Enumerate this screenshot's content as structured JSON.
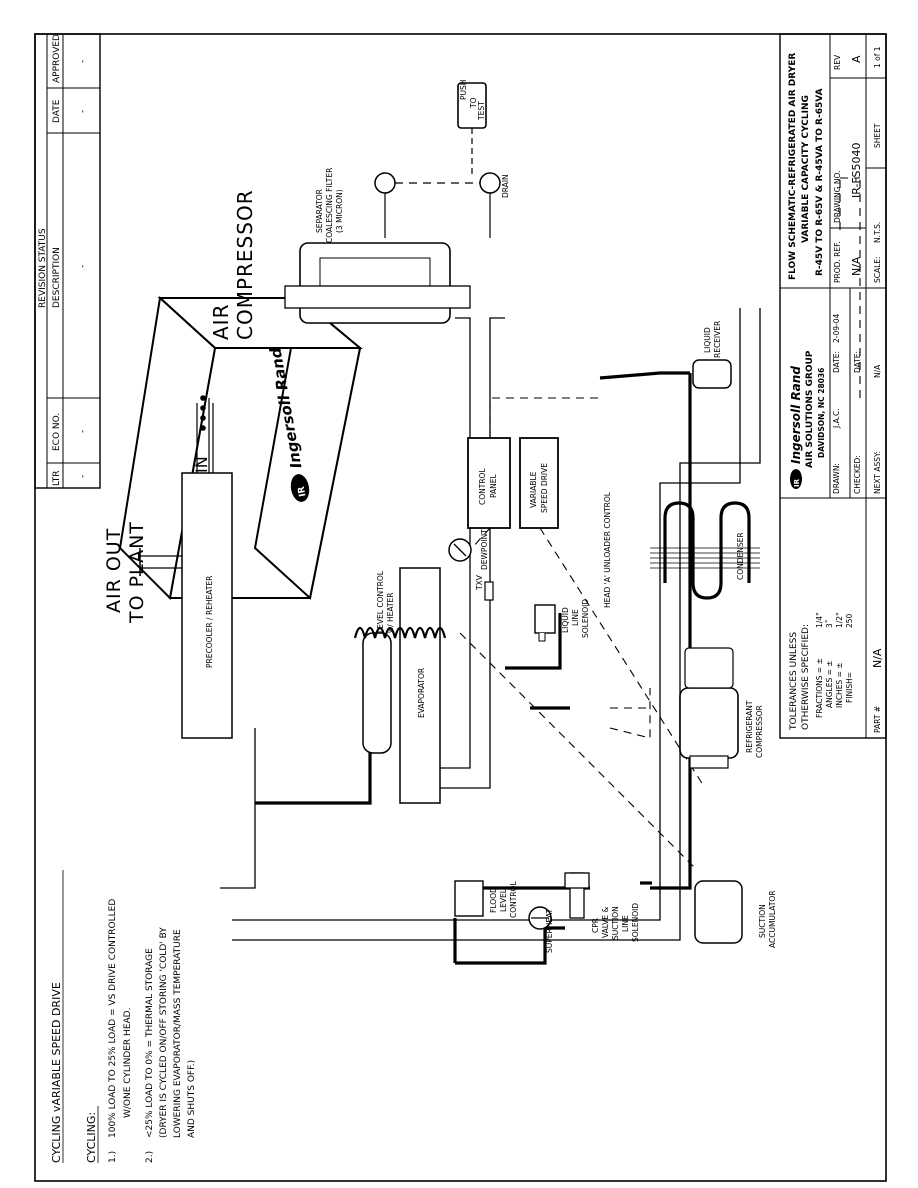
{
  "title_block": {
    "line1": "FLOW SCHEMATIC-REFRIGERATED AIR DRYER",
    "line2": "VARIABLE CAPACITY CYCLING",
    "line3": "R-45V TO R-65V  &  R-45VA TO R-65VA",
    "company_logo": "Ingersoll Rand",
    "company_line1": "AIR SOLUTIONS GROUP",
    "company_line2": "DAVIDSON, NC 28036",
    "drawn_label": "DRAWN:",
    "drawn_value": "J.A.C.",
    "date_label": "DATE:",
    "date_value": "2-09-04",
    "checked_label": "CHECKED:",
    "checked_date_label": "DATE:",
    "next_assy_label": "NEXT ASSY:",
    "next_assy_value": "N/A",
    "prod_ref_label": "PROD. REF.",
    "prod_ref_value": "N/A",
    "drawing_no_label": "DRAWING NO.",
    "drawing_no_value": "IR-FS5040",
    "rev_label": "REV",
    "rev_value": "A",
    "scale_label": "SCALE:",
    "scale_value": "N.T.S.",
    "sheet_label": "SHEET",
    "sheet_value": "1 of 1",
    "tolerances_line1": "TOLERANCES UNLESS",
    "tolerances_line2": "OTHERWISE SPECIFIED:",
    "fractions": "FRACTIONS = ±",
    "fractions_value": "1/4\"",
    "angles": "ANGLES = ±",
    "angles_value": "3˚",
    "inches": "INCHES = ±",
    "inches_value": "1/2\"",
    "finish": "FINISH=",
    "finish_value": "250",
    "part_label": "PART #",
    "part_value": "N/A"
  },
  "revision_block": {
    "title": "REVISION STATUS",
    "headers": [
      "LTR",
      "ECO NO.",
      "DESCRIPTION",
      "DATE",
      "APPROVED"
    ],
    "row": [
      "-",
      "-",
      "-",
      "-",
      "-"
    ]
  },
  "notes": {
    "heading": "CYCLING vARIABLE SPEED DRIVE",
    "subheading": "CYCLING:",
    "note1_num": "1.)",
    "note1_line1": "100% LOAD TO 25% LOAD = VS DRIVE CONTROLLED",
    "note1_line2": "W/ONE CYLINDER HEAD.",
    "note2_num": "2.)",
    "note2_line1": "<25% LOAD TO 0% = THERMAL STORAGE",
    "note2_line2": "(DRYER IS CYCLED ON/OFF STORING 'COLD' BY",
    "note2_line3": "LOWERING EVAPORATOR/MASS TEMPERATURE",
    "note2_line4": "AND SHUTS OFF.)"
  },
  "labels": {
    "air_compressor_1": "AIR",
    "air_compressor_2": "COMPRESSOR",
    "compressor_brand": "Ingersoll Rand",
    "air_in": "IN",
    "air_out_1": "AIR OUT",
    "air_out_2": "TO PLANT",
    "precooler": "PRECOOLER / REHEATER",
    "evaporator": "EVAPORATOR",
    "separator_1": "SEPARATOR",
    "separator_2": "COALESCING FILTER",
    "separator_3": "(3 MICRON)",
    "drain": "DRAIN",
    "push_to_test_1": "PUSH",
    "push_to_test_2": "TO",
    "push_to_test_3": "TEST",
    "level_control_1": "LEVEL CONTROL",
    "level_control_2": "w/ HEATER",
    "dewpoint": "DEWPOINT",
    "txv": "TXV",
    "control_panel_1": "CONTROL",
    "control_panel_2": "PANEL",
    "vsd_1": "VARIABLE",
    "vsd_2": "SPEED DRIVE",
    "head_unloader": "HEAD 'A' UNLOADER CONTROL",
    "liquid_line_1": "LIQUID",
    "liquid_line_2": "LINE",
    "liquid_line_3": "SOLENOID",
    "liquid_receiver_1": "LIQUID",
    "liquid_receiver_2": "RECEIVER",
    "condenser": "CONDENSER",
    "ref_compressor_1": "REFRIGERANT",
    "ref_compressor_2": "COMPRESSOR",
    "flood_1": "FLOOD",
    "flood_2": "LEVEL",
    "flood_3": "CONTROL",
    "superheat": "SUPERHEAT",
    "cpr_1": "CPR",
    "cpr_2": "VALVE &",
    "cpr_3": "SUCTION",
    "cpr_4": "LINE",
    "cpr_5": "SOLENOID",
    "suction_1": "SUCTION",
    "suction_2": "ACCUMULATOR"
  }
}
